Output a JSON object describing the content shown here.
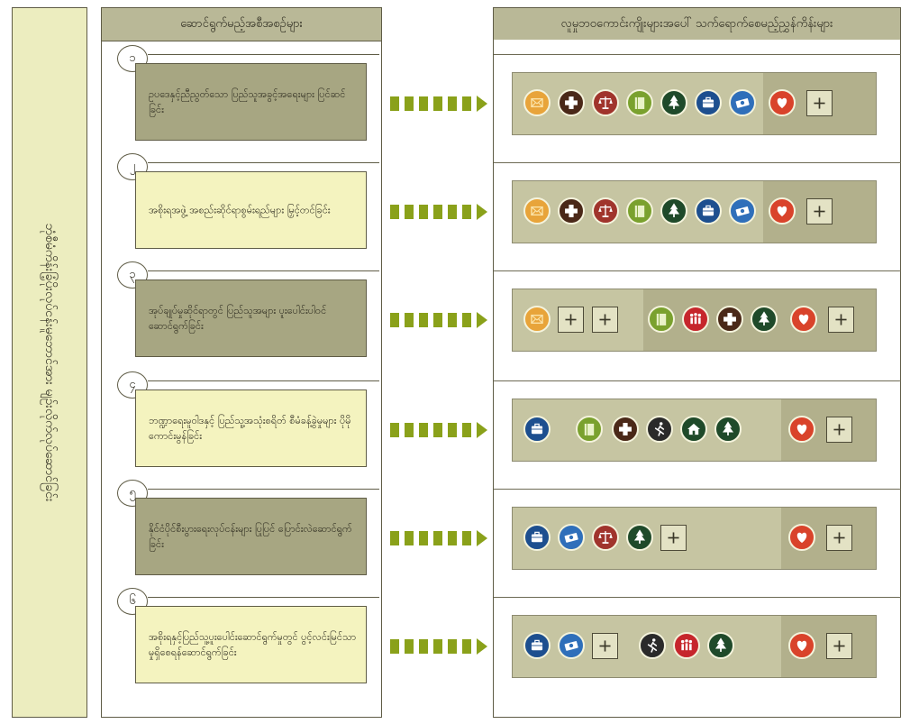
{
  "side_title": "ဘုံစီမံကိန်းခြံ့ပိုးလုပ်ငန်းမူဘောင်အား မျဉ်းလိုက်လုပ်ဆောင်ခြင်း",
  "left_header": "ဆောင်ရွက်မည့်အစီအစဉ်များ",
  "right_header": "လူမှုဘဝကောင်းကျိုးများအပေါ် သက်ရောက်စေမည့်ညွှန်ကိန်းများ",
  "steps": [
    {
      "num": "၁",
      "text": "ဥပဒေနှင့်ညီညွတ်သော ပြည်သူအခွင့်အရေးများ ပြင်ဆင်ခြင်း"
    },
    {
      "num": "၂",
      "text": "အစိုးရအဖွဲ့ အစည်းဆိုင်ရာစွမ်းရည်များ မြှင့်တင်ခြင်း"
    },
    {
      "num": "၃",
      "text": "အုပ်ချုပ်မှုဆိုင်ရာတွင် ပြည်သူအများ ပူးပေါင်းပါဝင်ဆောင်ရွက်ခြင်း"
    },
    {
      "num": "၄",
      "text": "ဘဏ္ဍာရေးမူဝါဒနှင့် ပြည်သူ့အသုံးစရိတ် စီမံခန့်ခွဲမှုများ ပိုမိုကောင်းမွန်ခြင်း"
    },
    {
      "num": "၅",
      "text": "နိုင်ငံပိုင်စီးပွားရေးလုပ်ငန်းများ ပြုပြင် ပြောင်းလဲဆောင်ရွက်ခြင်း"
    },
    {
      "num": "၆",
      "text": "အစိုးရနှင့်ပြည်သူ့ပူးပေါင်းဆောင်ရွက်မှုတွင် ပွင့်လင်းမြင်သာမှုရှိစေရန်ဆောင်ရွက်ခြင်း"
    }
  ],
  "icon_rows": [
    [
      "envelope-icon",
      "health-cross-icon",
      "justice-scales-icon",
      "book-icon",
      "tree-icon",
      "briefcase-icon",
      "money-icon",
      "heart-icon",
      "plus-box-icon"
    ],
    [
      "envelope-icon",
      "health-cross-icon",
      "justice-scales-icon",
      "book-icon",
      "tree-icon",
      "briefcase-icon",
      "money-icon",
      "heart-icon",
      "plus-box-icon"
    ],
    [
      "envelope-icon",
      "plus-box-icon",
      "plus-box-icon",
      "book-icon",
      "people-icon",
      "health-cross-icon",
      "tree-icon",
      "heart-icon",
      "plus-box-icon"
    ],
    [
      "briefcase-icon",
      "book-icon",
      "health-cross-icon",
      "runner-icon",
      "house-icon",
      "tree-icon",
      "heart-icon",
      "plus-box-icon"
    ],
    [
      "briefcase-icon",
      "money-icon",
      "justice-scales-icon",
      "tree-icon",
      "plus-box-icon",
      "heart-icon",
      "plus-box-icon"
    ],
    [
      "briefcase-icon",
      "money-icon",
      "plus-box-icon",
      "runner-icon",
      "people-icon",
      "tree-icon",
      "heart-icon",
      "plus-box-icon"
    ]
  ],
  "colors": {
    "envelope": "#e8a43a",
    "health": "#4a2818",
    "justice": "#a0342c",
    "book": "#7aa12e",
    "tree": "#1f4a2a",
    "briefcase": "#1d4f8f",
    "money": "#2f6fba",
    "heart": "#d9432b",
    "people": "#c6262c",
    "runner": "#2a2a2a",
    "house": "#1f4a2a",
    "arrow": "#8aa11a"
  }
}
